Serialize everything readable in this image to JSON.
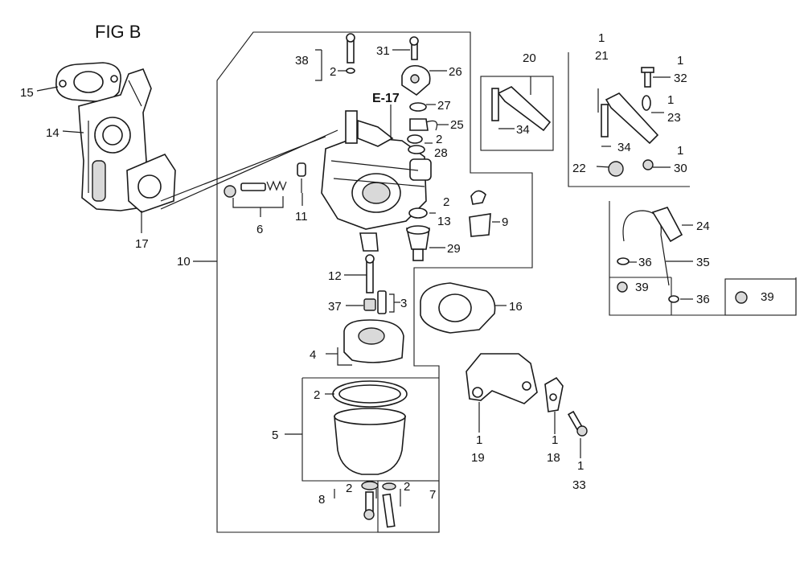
{
  "title": "FIG B",
  "ref_label": "E-17",
  "labels": {
    "n1": "1",
    "n2": "2",
    "n3": "3",
    "n4": "4",
    "n5": "5",
    "n6": "6",
    "n7": "7",
    "n8": "8",
    "n9": "9",
    "n10": "10",
    "n11": "11",
    "n12": "12",
    "n13": "13",
    "n14": "14",
    "n15": "15",
    "n16": "16",
    "n17": "17",
    "n18": "18",
    "n19": "19",
    "n20": "20",
    "n21": "21",
    "n22": "22",
    "n23": "23",
    "n24": "24",
    "n25": "25",
    "n26": "26",
    "n27": "27",
    "n28": "28",
    "n29": "29",
    "n30": "30",
    "n31": "31",
    "n32": "32",
    "n33": "33",
    "n34": "34",
    "n35": "35",
    "n36": "36",
    "n37": "37",
    "n38": "38",
    "n39": "39"
  }
}
